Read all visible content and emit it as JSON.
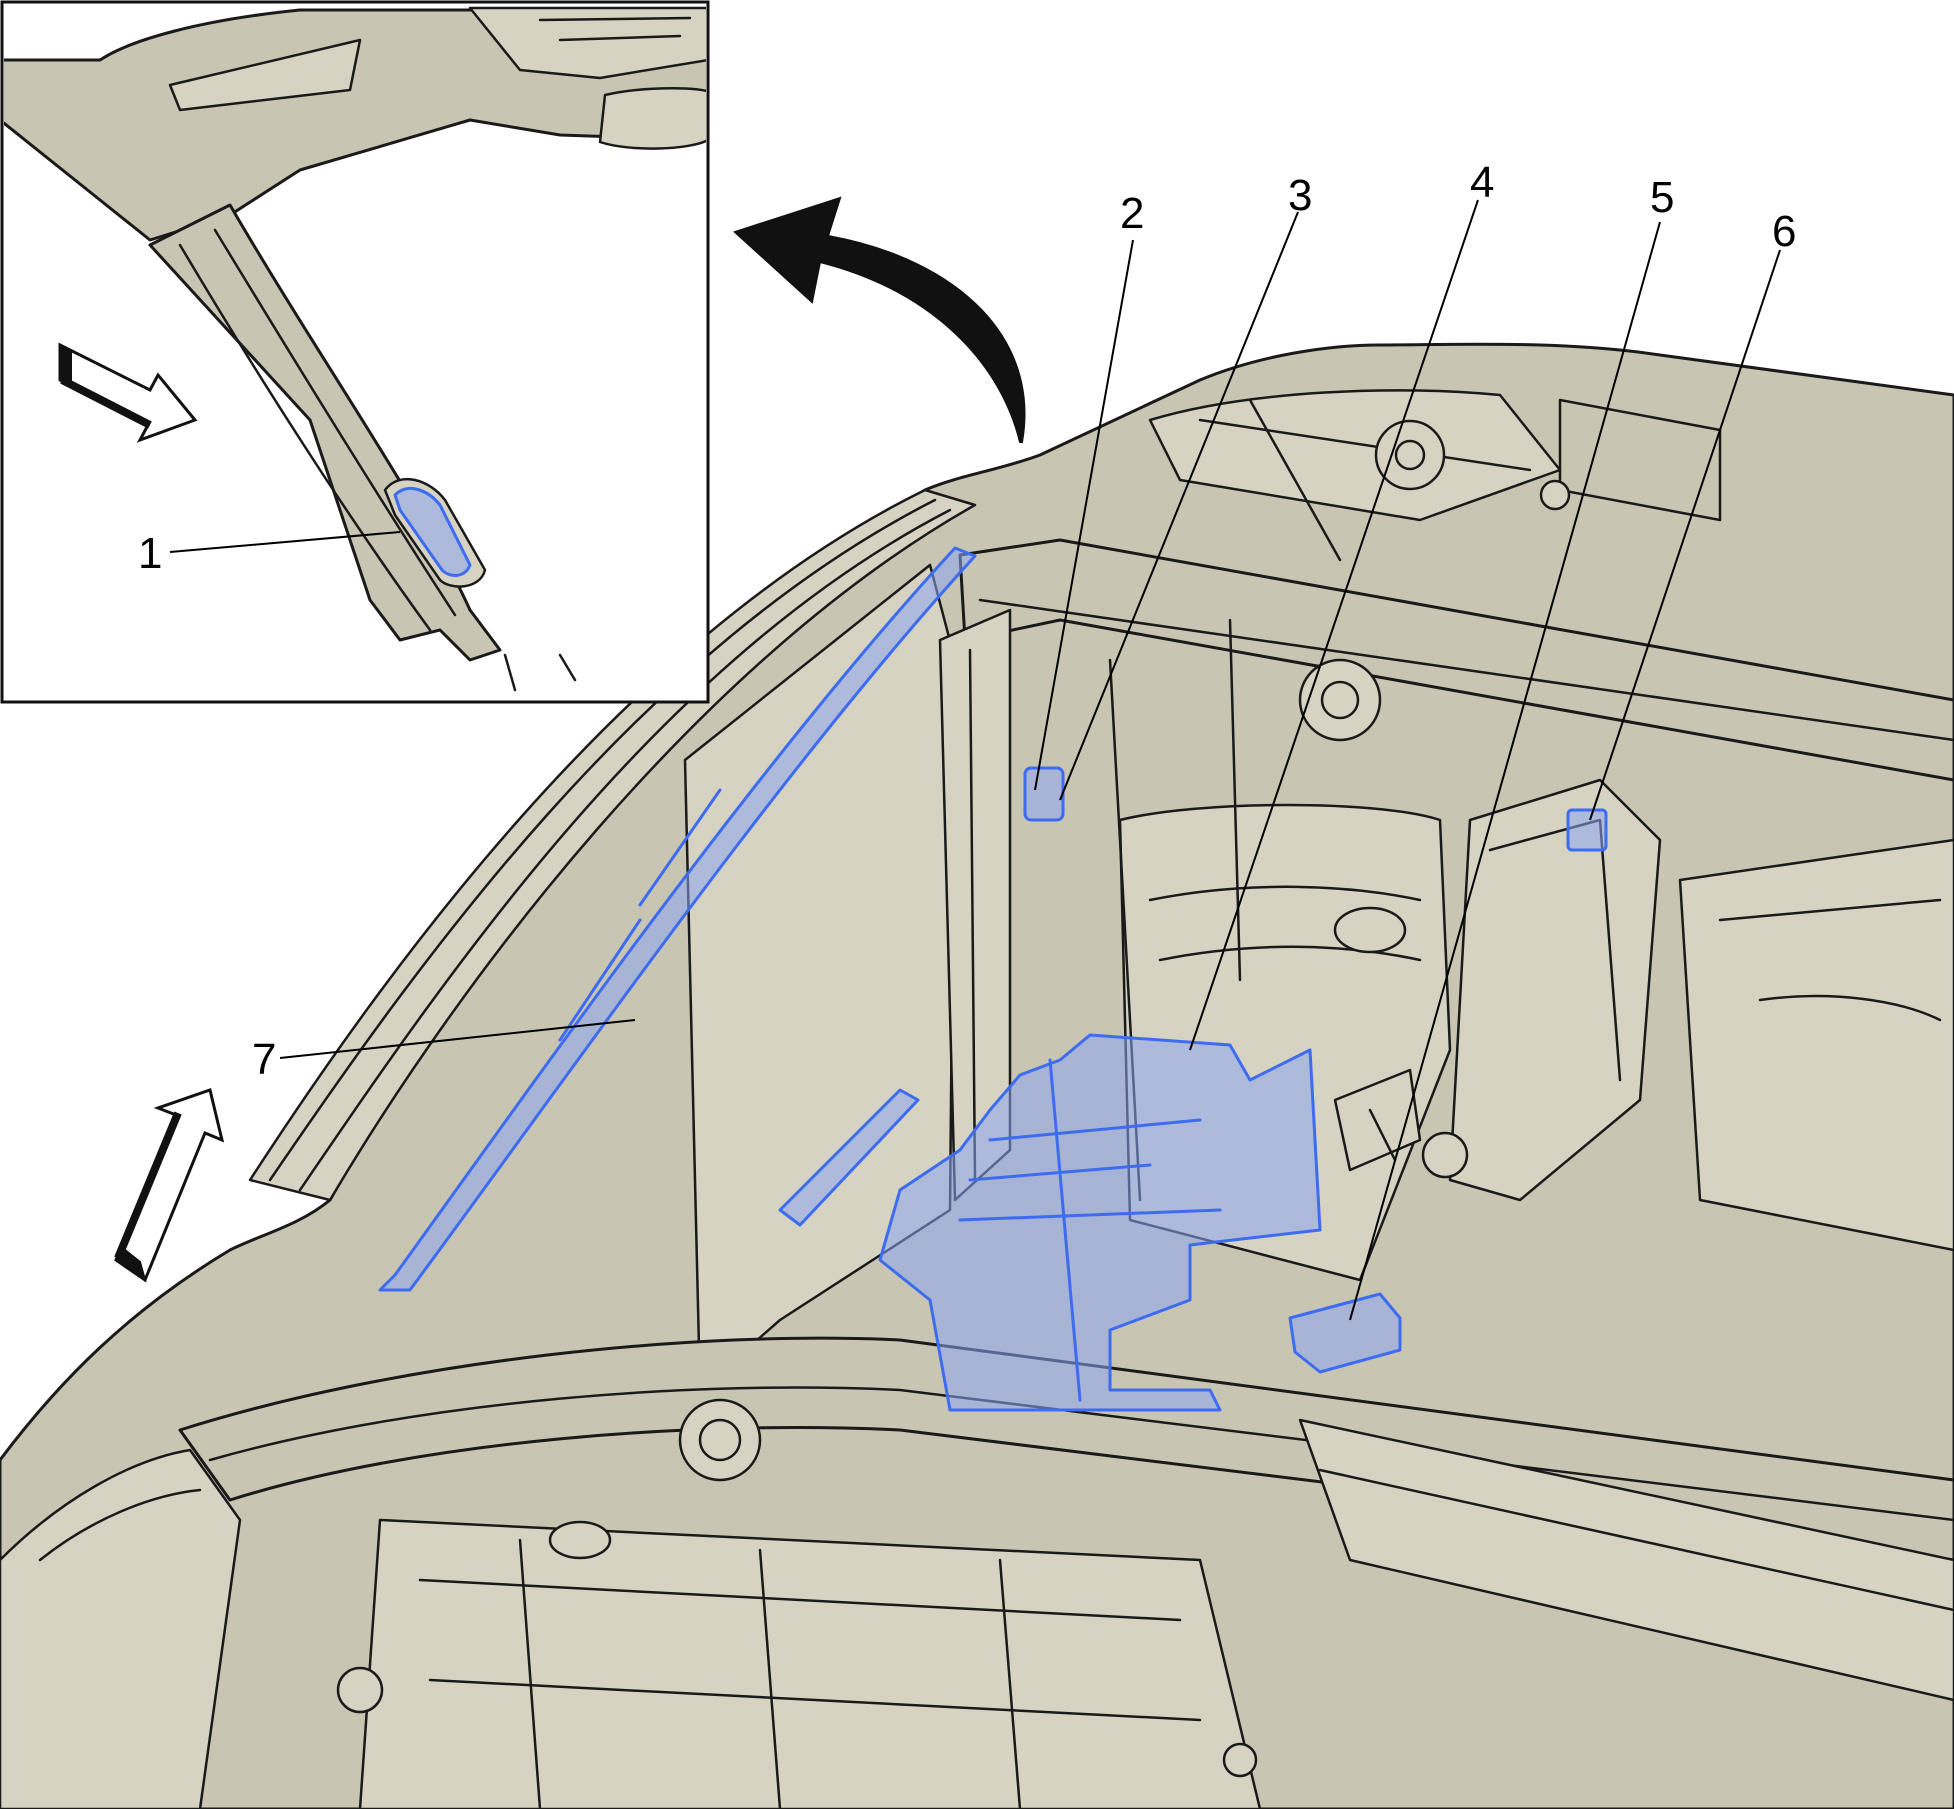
{
  "callouts": [
    {
      "id": "1",
      "label": "1"
    },
    {
      "id": "2",
      "label": "2"
    },
    {
      "id": "3",
      "label": "3"
    },
    {
      "id": "4",
      "label": "4"
    },
    {
      "id": "5",
      "label": "5"
    },
    {
      "id": "6",
      "label": "6"
    },
    {
      "id": "7",
      "label": "7"
    }
  ],
  "colors": {
    "body_fill": "#c9c5b3",
    "highlight_stroke": "#3d6cf0",
    "highlight_fill": "#8aa6f2",
    "line": "#1a1a1a"
  },
  "icons": [
    "curved-arrow-icon",
    "vehicle-front-arrow-icon",
    "inset-direction-arrow-icon"
  ]
}
